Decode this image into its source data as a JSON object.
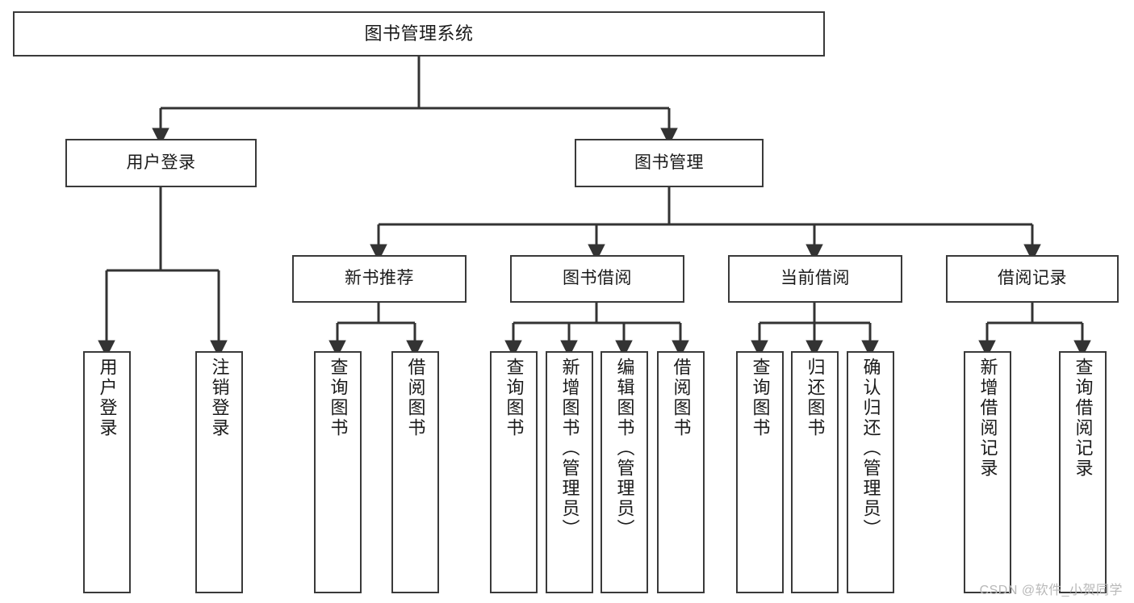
{
  "diagram": {
    "type": "tree-hierarchy-chart",
    "title": "图书管理系统",
    "root": {
      "label": "图书管理系统"
    },
    "level1": [
      {
        "id": "user-login",
        "label": "用户登录"
      },
      {
        "id": "book-management",
        "label": "图书管理"
      }
    ],
    "level2": [
      {
        "id": "new-book-recommend",
        "label": "新书推荐",
        "parent": "book-management"
      },
      {
        "id": "book-borrow",
        "label": "图书借阅",
        "parent": "book-management"
      },
      {
        "id": "current-borrow",
        "label": "当前借阅",
        "parent": "book-management"
      },
      {
        "id": "borrow-record",
        "label": "借阅记录",
        "parent": "book-management"
      }
    ],
    "leaves": [
      {
        "id": "leaf-user-login",
        "label": "用户登录",
        "parent": "user-login"
      },
      {
        "id": "leaf-logout-login",
        "label": "注销登录",
        "parent": "user-login"
      },
      {
        "id": "leaf-query-books-1",
        "label": "查询图书",
        "parent": "new-book-recommend"
      },
      {
        "id": "leaf-borrow-books-1",
        "label": "借阅图书",
        "parent": "new-book-recommend"
      },
      {
        "id": "leaf-query-books-2",
        "label": "查询图书",
        "parent": "book-borrow"
      },
      {
        "id": "leaf-add-book",
        "label": "新增图书（管理员）",
        "parent": "book-borrow"
      },
      {
        "id": "leaf-edit-book",
        "label": "编辑图书（管理员）",
        "parent": "book-borrow"
      },
      {
        "id": "leaf-borrow-books-2",
        "label": "借阅图书",
        "parent": "book-borrow"
      },
      {
        "id": "leaf-query-books-3",
        "label": "查询图书",
        "parent": "current-borrow"
      },
      {
        "id": "leaf-return-book",
        "label": "归还图书",
        "parent": "current-borrow"
      },
      {
        "id": "leaf-confirm-return",
        "label": "确认归还（管理员）",
        "parent": "current-borrow"
      },
      {
        "id": "leaf-add-borrow-record",
        "label": "新增借阅记录",
        "parent": "borrow-record"
      },
      {
        "id": "leaf-query-borrow-record",
        "label": "查询借阅记录",
        "parent": "borrow-record"
      }
    ],
    "colors": {
      "box_border": "#3a3a3a",
      "box_fill": "#ffffff",
      "connector": "#333333",
      "text": "#1a1a1a",
      "watermark": "#b8b8b8",
      "background": "#ffffff"
    }
  },
  "watermark": {
    "text": "CSDN @软件_小贺同学"
  }
}
